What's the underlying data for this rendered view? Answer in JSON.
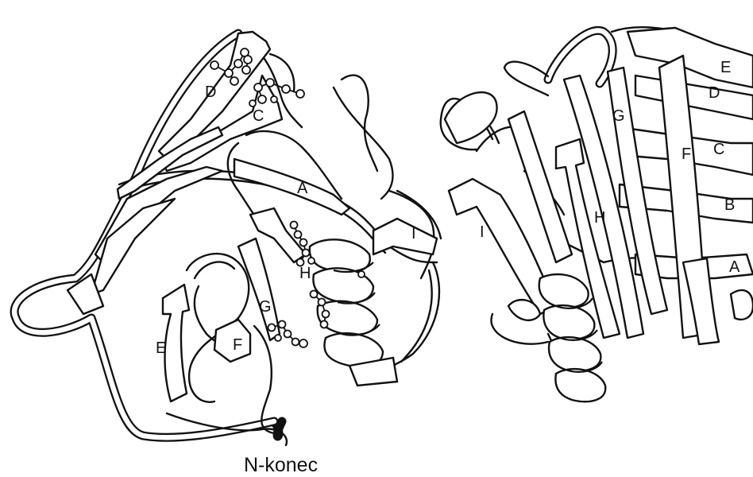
{
  "caption": "N-konec",
  "left_view": {
    "strand_labels": [
      "D",
      "C",
      "A",
      "H",
      "G",
      "F",
      "E",
      "I"
    ]
  },
  "right_view": {
    "strand_labels": [
      "E",
      "D",
      "G",
      "F",
      "C",
      "B",
      "A",
      "H",
      "I"
    ]
  }
}
